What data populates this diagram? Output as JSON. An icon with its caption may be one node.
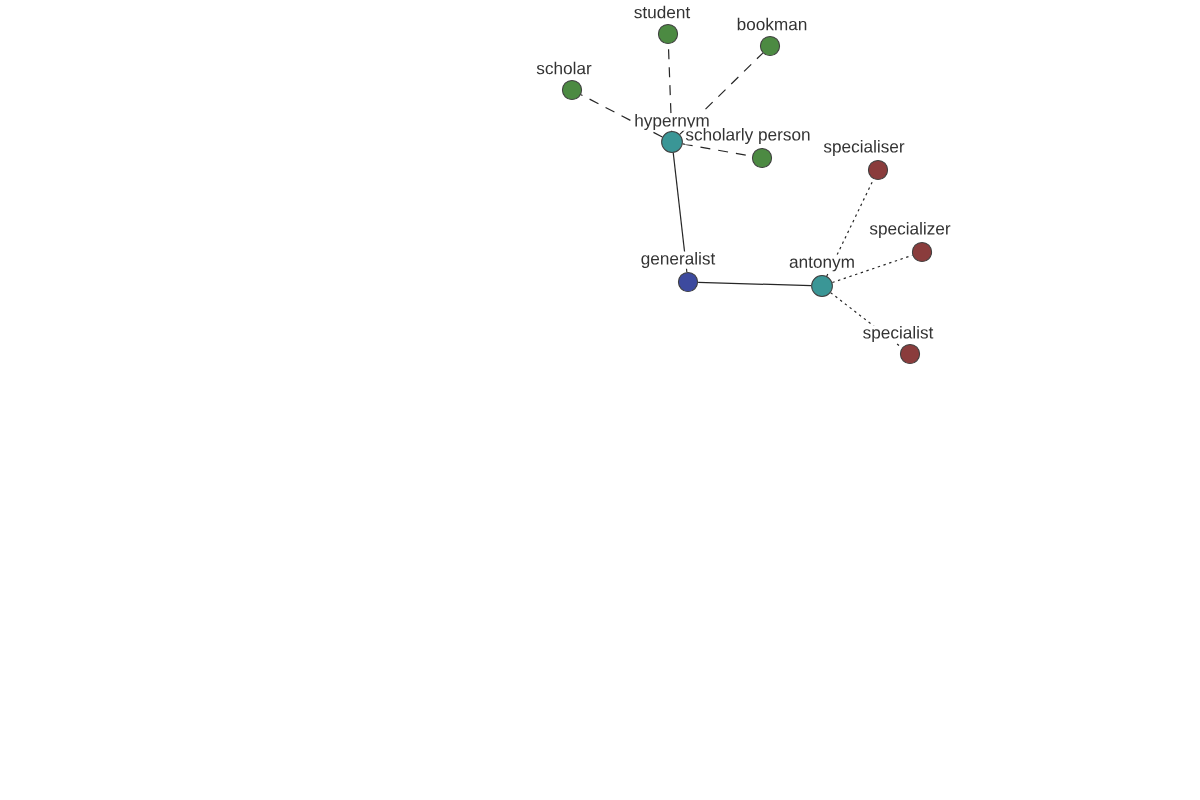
{
  "diagram": {
    "nodes": [
      {
        "text": [
          "generalist"
        ]
      },
      {
        "text": [
          "hypernym"
        ]
      },
      {
        "text": [
          "antonym"
        ]
      },
      {
        "text": [
          "scholar"
        ]
      },
      {
        "text": [
          "student"
        ]
      },
      {
        "text": [
          "bookman"
        ]
      },
      {
        "text": [
          "scholarly person"
        ]
      },
      {
        "text": [
          "specialiser"
        ]
      },
      {
        "text": [
          "specializer"
        ]
      },
      {
        "text": [
          "specialist"
        ]
      }
    ],
    "edges": [
      {
        "from": 0,
        "to": 1,
        "arrow": "none"
      },
      {
        "from": 0,
        "to": 2,
        "arrow": "none"
      },
      {
        "from": 1,
        "to": 3,
        "arrow": "none",
        "style": "dashed"
      },
      {
        "from": 1,
        "to": 4,
        "arrow": "none",
        "style": "dashed"
      },
      {
        "from": 1,
        "to": 5,
        "arrow": "none",
        "style": "dashed"
      },
      {
        "from": 1,
        "to": 6,
        "arrow": "none",
        "style": "dashed"
      },
      {
        "from": 2,
        "to": 7,
        "arrow": "none",
        "style": "dashed"
      },
      {
        "from": 2,
        "to": 8,
        "arrow": "none",
        "style": "dashed"
      },
      {
        "from": 2,
        "to": 9,
        "arrow": "none",
        "style": "dashed"
      }
    ]
  }
}
